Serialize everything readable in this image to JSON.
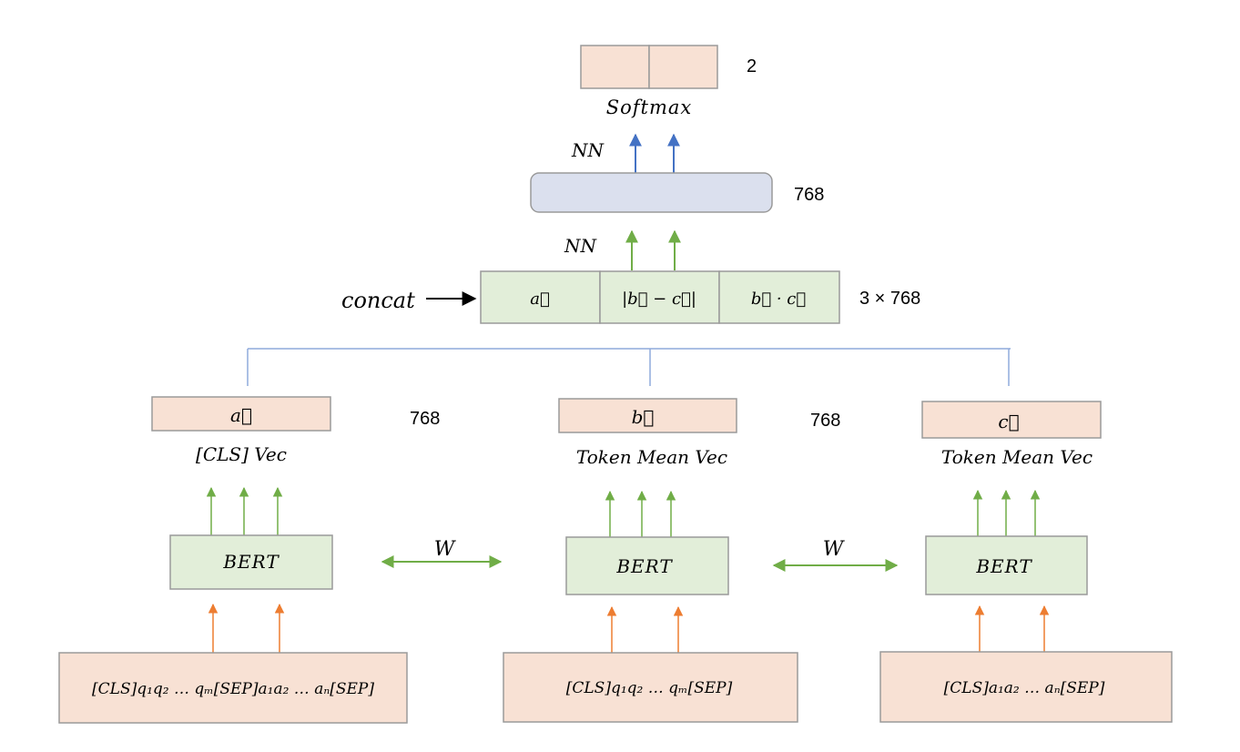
{
  "colors": {
    "peach_fill": "#f8e1d4",
    "peach_stroke": "#9a9a9a",
    "green_fill": "#e2eed9",
    "blue_fill": "#dbe0ee",
    "green_arrow": "#70ad47",
    "orange_arrow": "#ed7d31",
    "blue_arrow": "#4472c4",
    "connector_line": "#8faadc"
  },
  "icons": {
    "arrow": "arrowhead"
  },
  "top": {
    "softmax_label": "Softmax",
    "softmax_dim": "2",
    "nn_upper": "NN",
    "hidden_dim": "768",
    "nn_lower": "NN",
    "concat_label": "concat",
    "concat_cells": [
      "a⃗",
      "|b⃗ − c⃗|",
      "b⃗ · c⃗"
    ],
    "concat_dim": "3 × 768"
  },
  "towers": [
    {
      "vector": "a⃗",
      "vector_caption": "[CLS] Vec",
      "encoder": "BERT",
      "input": "[CLS]q₁q₂ … qₘ[SEP]a₁a₂ … aₙ[SEP]"
    },
    {
      "vector": "b⃗",
      "vector_caption": "Token Mean Vec",
      "encoder": "BERT",
      "input": "[CLS]q₁q₂ … qₘ[SEP]"
    },
    {
      "vector": "c⃗",
      "vector_caption": "Token Mean Vec",
      "encoder": "BERT",
      "input": "[CLS]a₁a₂ … aₙ[SEP]"
    }
  ],
  "vector_dims": [
    "768",
    "768"
  ],
  "shared_weight_labels": [
    "W",
    "W"
  ]
}
